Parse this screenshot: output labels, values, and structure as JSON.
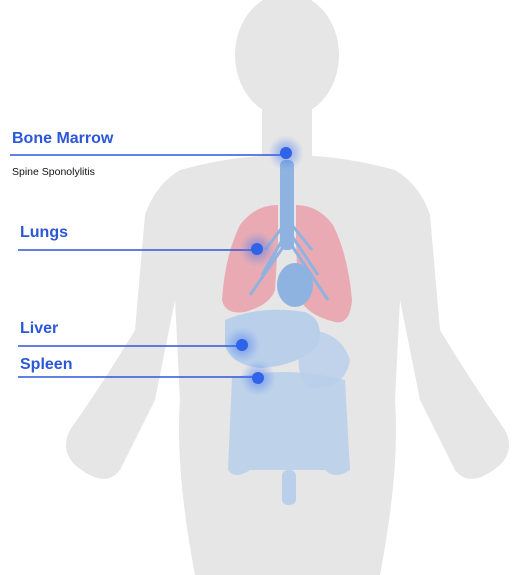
{
  "colors": {
    "label": "#2b57d8",
    "line": "#2b57d8",
    "body_silhouette": "#e6e6e6",
    "lungs": "#e9a3ad",
    "organs": "#b9cfea",
    "trachea": "#8fb3e0",
    "marker": "#2f63e8"
  },
  "labels": {
    "bone_marrow": "Bone Marrow",
    "bone_marrow_sub": "Spine Sponolylitis",
    "lungs": "Lungs",
    "liver": "Liver",
    "spleen": "Spleen"
  },
  "icons": [
    "human-body-silhouette",
    "lungs-illustration",
    "trachea-illustration",
    "digestive-organs-illustration",
    "location-marker"
  ]
}
